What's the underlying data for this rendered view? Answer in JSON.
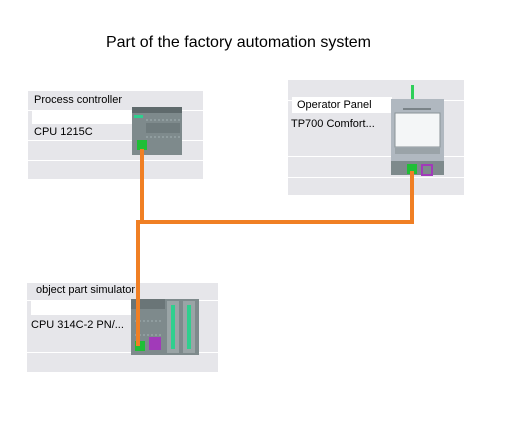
{
  "diagram": {
    "title": "Part of the factory automation system",
    "devices": {
      "process_controller": {
        "name": "Process controller",
        "model": "CPU 1215C"
      },
      "operator_panel": {
        "name": "Operator Panel",
        "model": "TP700 Comfort..."
      },
      "object_simulator": {
        "name": "object part simulator",
        "model": "CPU 314C-2 PN/..."
      }
    },
    "colors": {
      "network_cable": "#f07f24",
      "profinet_port": "#1fbf36",
      "mpi_port": "#a13ab9",
      "device_background": "#e6e6ea"
    }
  }
}
